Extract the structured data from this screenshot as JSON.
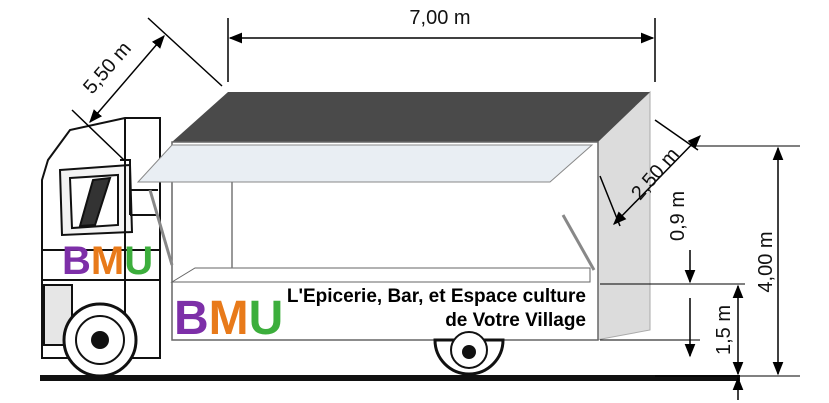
{
  "dimensions": {
    "length": "7,00 m",
    "cab_length": "5,50 m",
    "width": "2,50 m",
    "awning_drop": "0,9 m",
    "floor_height": "1,5 m",
    "total_height": "4,00 m"
  },
  "branding": {
    "logo_letters": [
      "B",
      "M",
      "U"
    ],
    "logo_colors": [
      "#7d2fa8",
      "#e87a1a",
      "#3cae3c"
    ],
    "tagline_line1": "L'Epicerie, Bar, et Espace culture",
    "tagline_line2": "de Votre Village"
  },
  "colors": {
    "roof": "#4a4a4a",
    "rear_panel": "#dcdcdc",
    "awning": "#e9eef3",
    "dimension_line": "#000000"
  }
}
